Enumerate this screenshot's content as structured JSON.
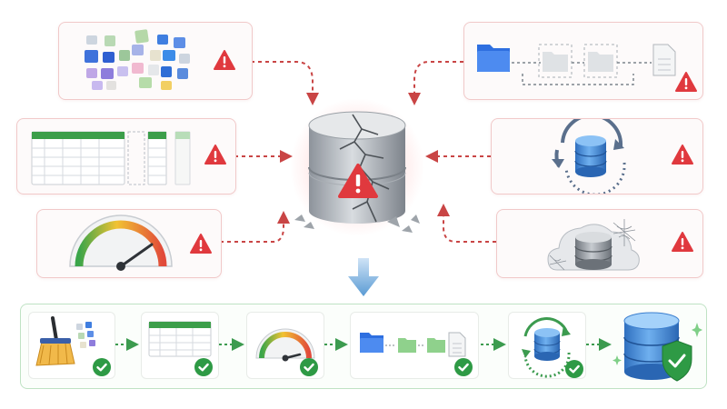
{
  "diagram": {
    "problems_left": [
      {
        "id": "scattered-files",
        "icon": "scattered-tiles-icon",
        "status": "warning-icon"
      },
      {
        "id": "fragmented-tables",
        "icon": "spreadsheet-icon",
        "status": "warning-icon"
      },
      {
        "id": "slow-performance",
        "icon": "gauge-icon",
        "status": "warning-icon"
      }
    ],
    "problems_right": [
      {
        "id": "broken-folder-chain",
        "icon": "folder-chain-icon",
        "status": "warning-icon"
      },
      {
        "id": "sync-cycle",
        "icon": "sync-database-icon",
        "status": "warning-icon"
      },
      {
        "id": "neglected-cloud",
        "icon": "cobweb-cloud-icon",
        "status": "warning-icon"
      }
    ],
    "center": {
      "icon": "cracked-database-icon",
      "status": "warning-icon"
    },
    "solution_steps": [
      {
        "id": "cleanup",
        "icon": "broom-icon",
        "status": "check-icon"
      },
      {
        "id": "structured-table",
        "icon": "spreadsheet-icon",
        "status": "check-icon"
      },
      {
        "id": "tuned-gauge",
        "icon": "gauge-icon",
        "status": "check-icon"
      },
      {
        "id": "connected-folders",
        "icon": "folder-chain-icon",
        "status": "check-icon"
      },
      {
        "id": "synced-database",
        "icon": "sync-database-icon",
        "status": "check-icon"
      },
      {
        "id": "secured-database",
        "icon": "shield-database-icon",
        "status": "check-icon"
      }
    ],
    "colors": {
      "warning": "#e0393e",
      "check": "#2e9a45",
      "problem_arrow": "#c94545",
      "solution_arrow": "#3c9b4f",
      "database_blue": "#3f86d6",
      "table_green": "#3c9e4a",
      "folder_blue": "#2e6fe0"
    }
  }
}
